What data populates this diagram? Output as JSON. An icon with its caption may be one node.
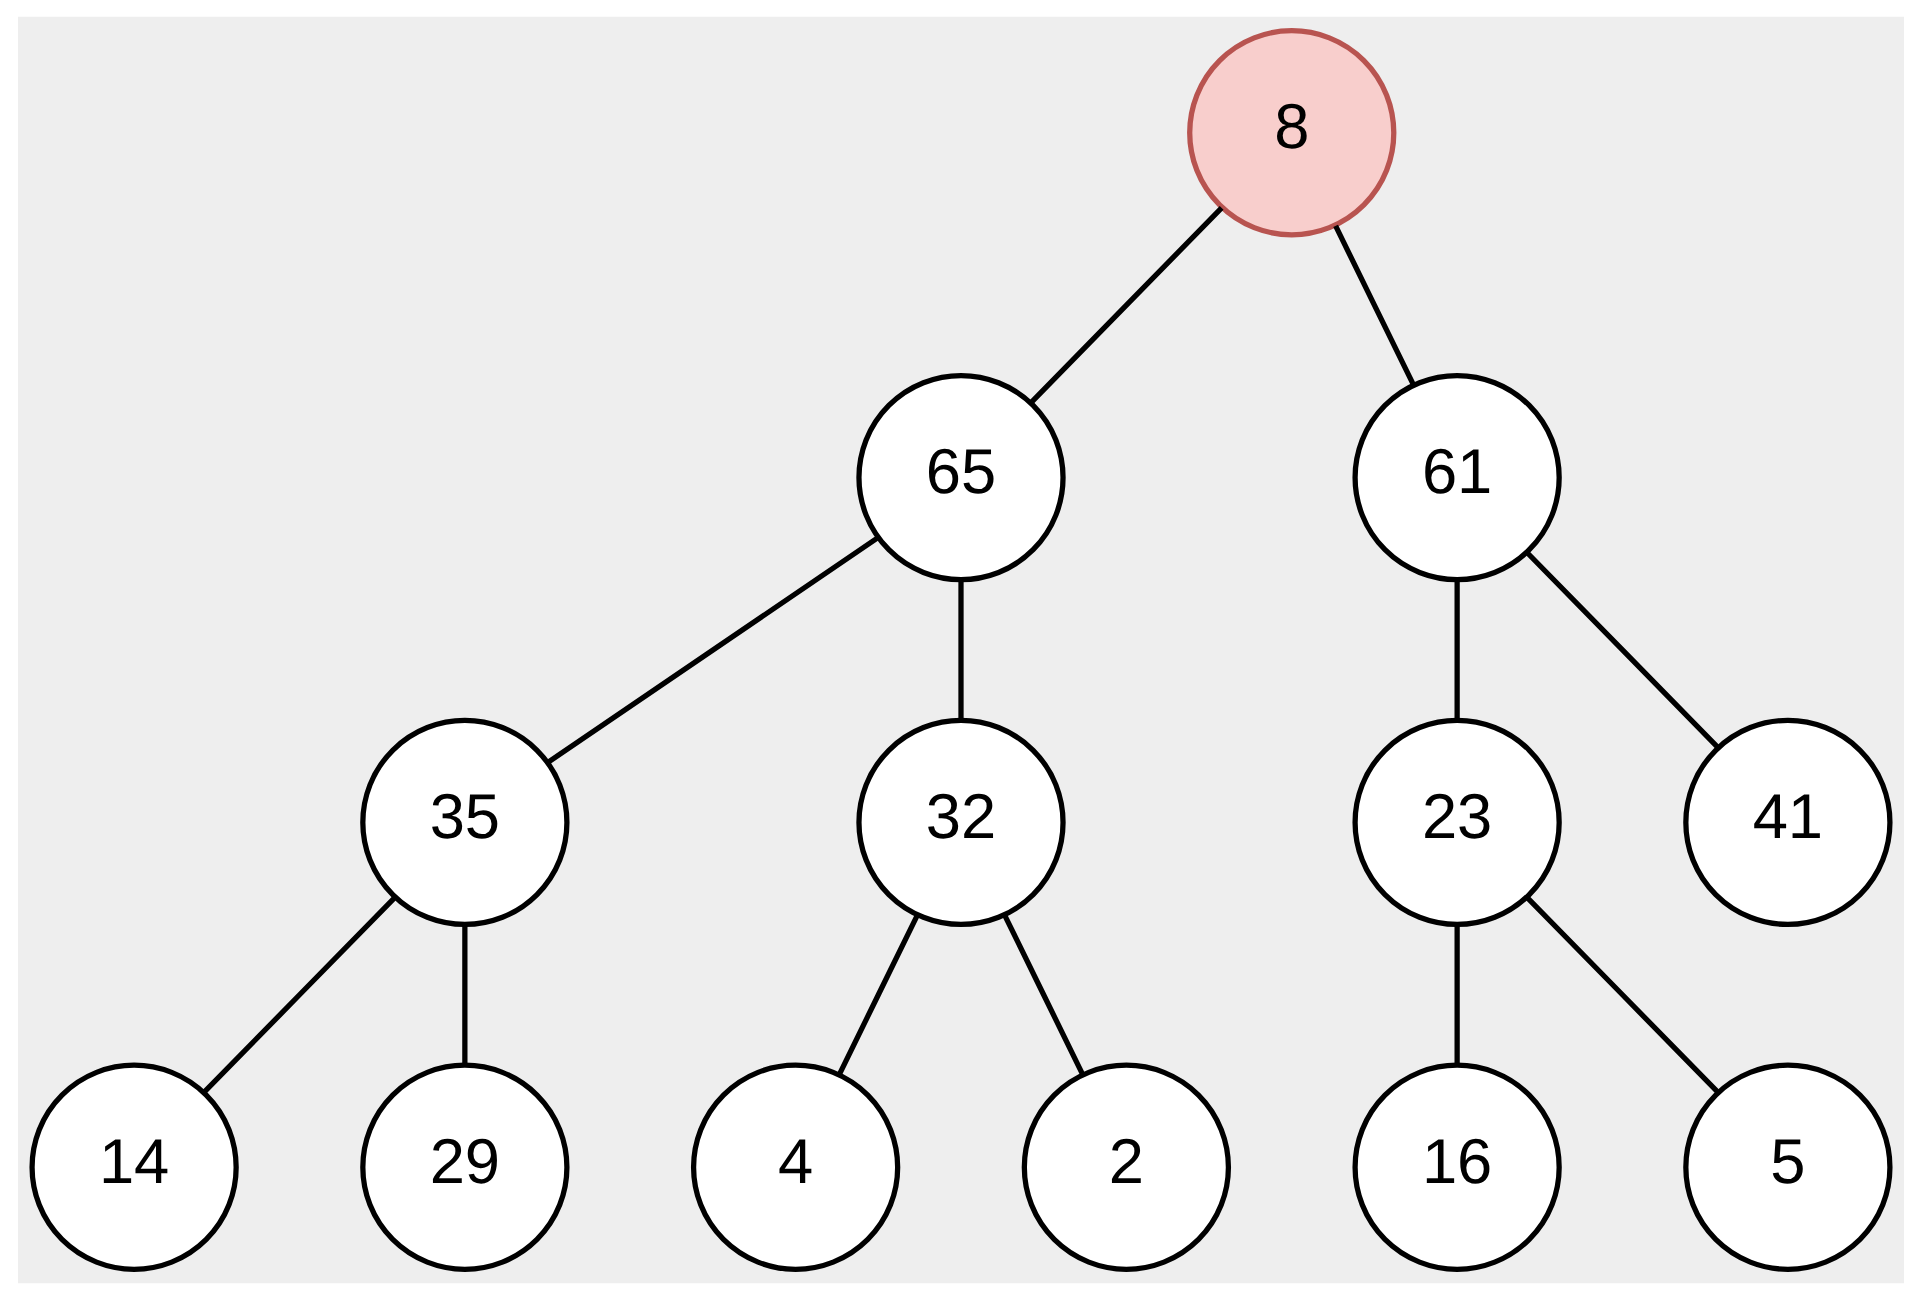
{
  "diagram": {
    "nodes": [
      {
        "text": [
          "8"
        ]
      },
      {
        "text": [
          "65"
        ]
      },
      {
        "text": [
          "61"
        ]
      },
      {
        "text": [
          "35"
        ]
      },
      {
        "text": [
          "32"
        ]
      },
      {
        "text": [
          "23"
        ]
      },
      {
        "text": [
          "41"
        ]
      },
      {
        "text": [
          "14"
        ]
      },
      {
        "text": [
          "29"
        ]
      },
      {
        "text": [
          "4"
        ]
      },
      {
        "text": [
          "2"
        ]
      },
      {
        "text": [
          "16"
        ]
      },
      {
        "text": [
          "5"
        ]
      }
    ],
    "edges": [
      {
        "from": 0,
        "to": 1,
        "arrow": "none"
      },
      {
        "from": 0,
        "to": 2,
        "arrow": "none"
      },
      {
        "from": 1,
        "to": 3,
        "arrow": "none"
      },
      {
        "from": 1,
        "to": 4,
        "arrow": "none"
      },
      {
        "from": 2,
        "to": 5,
        "arrow": "none"
      },
      {
        "from": 2,
        "to": 6,
        "arrow": "none"
      },
      {
        "from": 3,
        "to": 7,
        "arrow": "none"
      },
      {
        "from": 3,
        "to": 8,
        "arrow": "none"
      },
      {
        "from": 4,
        "to": 9,
        "arrow": "none"
      },
      {
        "from": 4,
        "to": 10,
        "arrow": "none"
      },
      {
        "from": 5,
        "to": 11,
        "arrow": "none"
      },
      {
        "from": 5,
        "to": 12,
        "arrow": "none"
      }
    ]
  }
}
